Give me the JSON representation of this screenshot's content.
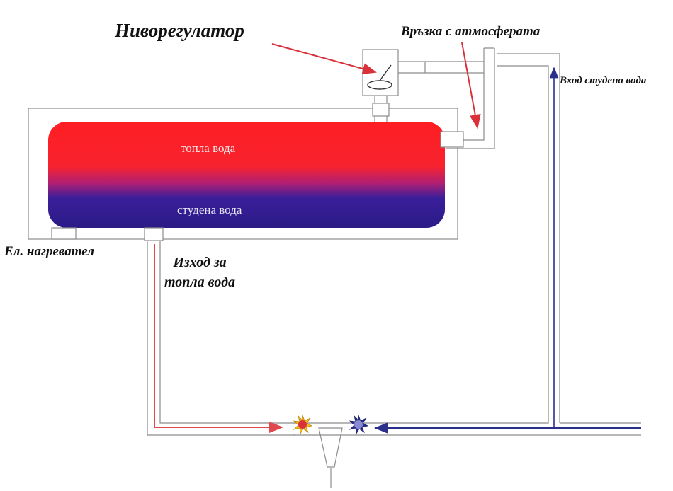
{
  "labels": {
    "title": "Ниворегулатор",
    "atmosphere": "Връзка с атмосферата",
    "cold_inlet": "Вход студена вода",
    "heater": "Ел. нагревател",
    "hot_outlet_line1": "Изход за",
    "hot_outlet_line2": "топла вода",
    "tank_hot": "топла вода",
    "tank_cold": "студена вода"
  },
  "colors": {
    "hot_water": "#ff1a1a",
    "cold_water": "#2b1b8c",
    "hot_arrow": "#e0484f",
    "cold_arrow": "#2a2f8a",
    "label_arrow": "#d9303a",
    "pipe_stroke": "#8c8c8c"
  },
  "icons": {
    "hot_valve": "hot-tap-star-icon",
    "cold_valve": "cold-tap-star-icon",
    "float_valve": "float-lever-icon"
  }
}
